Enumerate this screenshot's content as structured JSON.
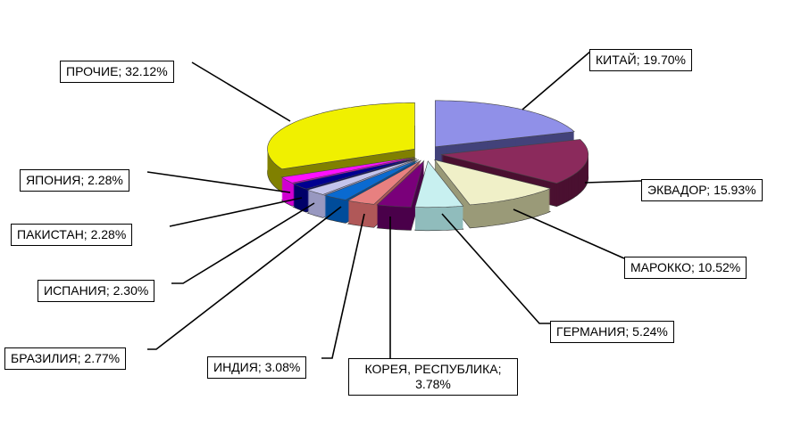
{
  "chart_data": {
    "type": "pie",
    "style": "3d-exploded",
    "title": "",
    "slices": [
      {
        "label": "КИТАЙ",
        "value": 19.7,
        "text": "КИТАЙ; 19.70%",
        "color": "#9090e8",
        "side": "#42427a"
      },
      {
        "label": "ЭКВАДОР",
        "value": 15.93,
        "text": "ЭКВАДОР; 15.93%",
        "color": "#8b2a5c",
        "side": "#4a1030"
      },
      {
        "label": "МАРОККО",
        "value": 10.52,
        "text": "МАРОККО;  10.52%",
        "color": "#f0f0c8",
        "side": "#9a9a78"
      },
      {
        "label": "ГЕРМАНИЯ",
        "value": 5.24,
        "text": "ГЕРМАНИЯ;  5.24%",
        "color": "#c8f0f0",
        "side": "#90bcbc"
      },
      {
        "label": "КОРЕЯ, РЕСПУБЛИКА",
        "value": 3.78,
        "text": "КОРЕЯ, РЕСПУБЛИКА; 3.78%",
        "color": "#7a007a",
        "side": "#4a004a"
      },
      {
        "label": "ИНДИЯ",
        "value": 3.08,
        "text": "ИНДИЯ; 3.08%",
        "color": "#e88080",
        "side": "#b05858"
      },
      {
        "label": "БРАЗИЛИЯ",
        "value": 2.77,
        "text": "БРАЗИЛИЯ; 2.77%",
        "color": "#0a6ad0",
        "side": "#004c9a"
      },
      {
        "label": "ИСПАНИЯ",
        "value": 2.3,
        "text": "ИСПАНИЯ; 2.30%",
        "color": "#c4c4ec",
        "side": "#9898c0"
      },
      {
        "label": "ПАКИСТАН",
        "value": 2.28,
        "text": "ПАКИСТАН;  2.28%",
        "color": "#000090",
        "side": "#000068"
      },
      {
        "label": "ЯПОНИЯ",
        "value": 2.28,
        "text": "ЯПОНИЯ;  2.28%",
        "color": "#ff10ff",
        "side": "#d000d0"
      },
      {
        "label": "ПРОЧИЕ",
        "value": 32.12,
        "text": "ПРОЧИЕ;  32.12%",
        "color": "#f0f000",
        "side": "#808000"
      }
    ],
    "legend": "none"
  }
}
